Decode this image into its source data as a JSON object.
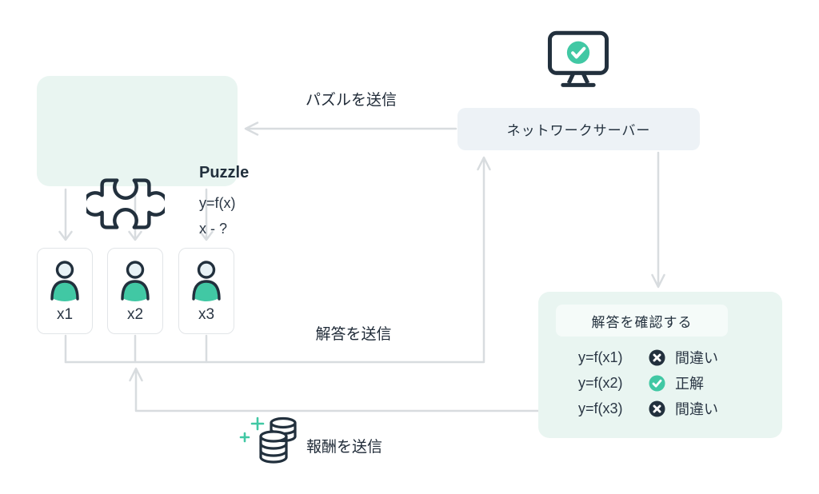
{
  "palette": {
    "dark": "#22303d",
    "teal": "#41c8a4",
    "mint_box_bg": "#e9f5f1",
    "gray_box_bg": "#edf2f6",
    "arrow_gray": "#d8dcdf",
    "card_border": "#e2e5e8"
  },
  "puzzle_box": {
    "icon": "puzzle-piece-icon",
    "title": "Puzzle",
    "formula": "y=f(x)",
    "unknown": "x - ?"
  },
  "server": {
    "icon": "monitor-check-icon",
    "label": "ネットワークサーバー"
  },
  "miners": [
    {
      "icon": "person-icon",
      "label": "x1"
    },
    {
      "icon": "person-icon",
      "label": "x2"
    },
    {
      "icon": "person-icon",
      "label": "x3"
    }
  ],
  "flow_labels": {
    "send_puzzle": "パズルを送信",
    "send_answer": "解答を送信",
    "send_reward": "報酬を送信"
  },
  "reward_icon": "coins-with-sparkles-icon",
  "verify_box": {
    "title": "解答を確認する",
    "rows": [
      {
        "formula": "y=f(x1)",
        "status": "wrong",
        "status_icon": "cross-circle-icon",
        "label": "間違い"
      },
      {
        "formula": "y=f(x2)",
        "status": "correct",
        "status_icon": "check-circle-icon",
        "label": "正解"
      },
      {
        "formula": "y=f(x3)",
        "status": "wrong",
        "status_icon": "cross-circle-icon",
        "label": "間違い"
      }
    ]
  }
}
